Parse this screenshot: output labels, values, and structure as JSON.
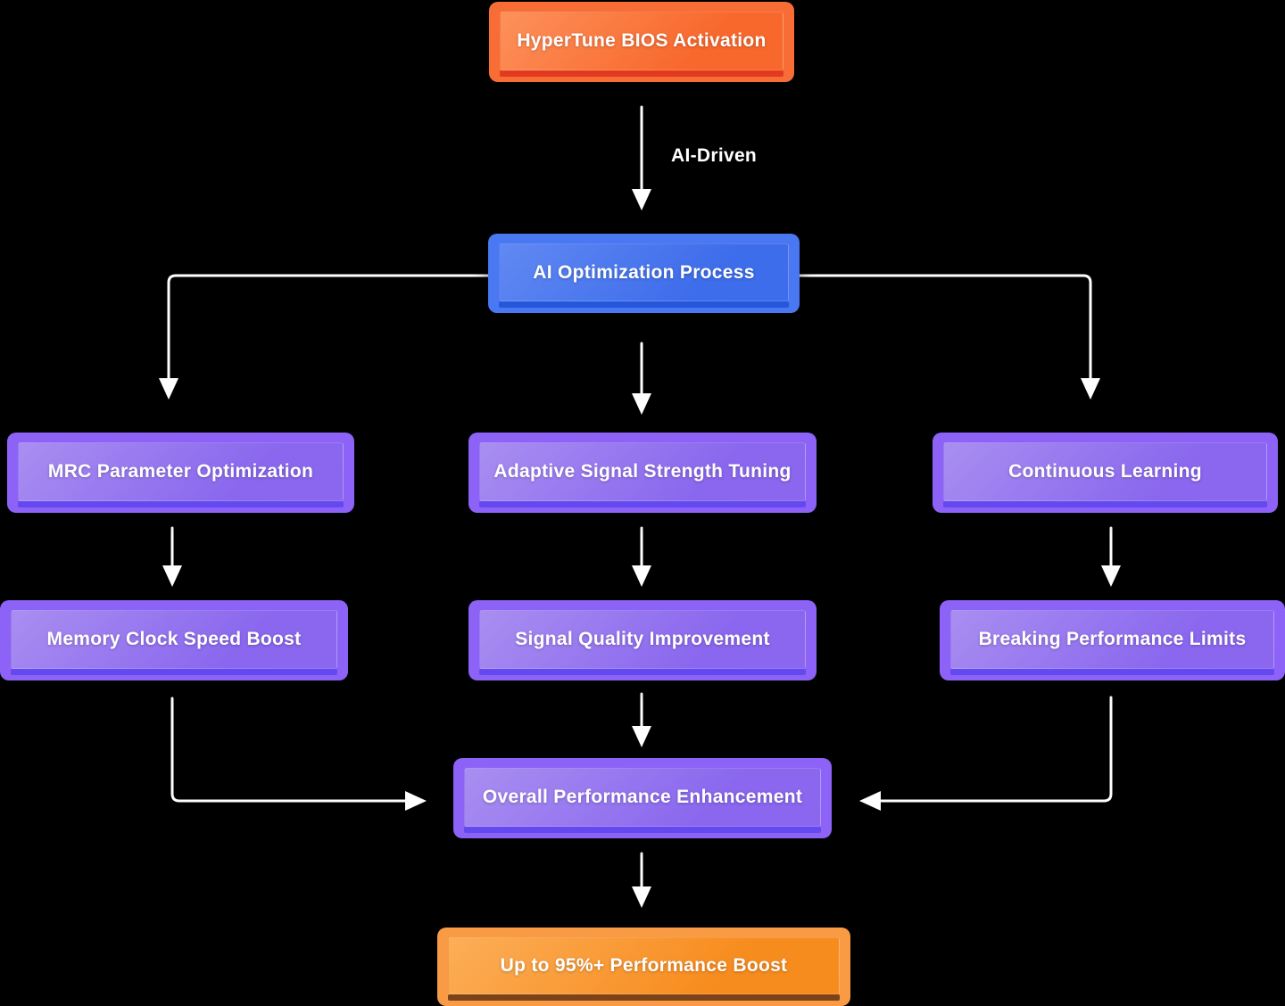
{
  "palette": {
    "background": "#000000",
    "arrow": "#ffffff",
    "text": "#ffffff",
    "orange-outer": "#f86d35",
    "orange-light": "#fd915b",
    "orange-dark": "#f8682c",
    "orange-stripe": "#e13a1e",
    "blue-outer": "#4a78f2",
    "blue-light": "#6189f3",
    "blue-dark": "#3e6deb",
    "blue-stripe": "#2457d9",
    "purple-outer": "#8d63f7",
    "purple-light": "#a98ef1",
    "purple-dark": "#8a67ee",
    "purple-stripe": "#6549f0",
    "amber-outer": "#f99b44",
    "amber-light": "#fcae58",
    "amber-dark": "#f78c1e",
    "amber-stripe": "#7c4218"
  },
  "diagram": {
    "nodes": [
      {
        "id": "hypertune-bios-activation",
        "label": "HyperTune BIOS Activation",
        "color": "orange"
      },
      {
        "id": "ai-optimization-process",
        "label": "AI Optimization Process",
        "color": "blue"
      },
      {
        "id": "mrc-parameter-optimization",
        "label": "MRC Parameter Optimization",
        "color": "purple"
      },
      {
        "id": "adaptive-signal-strength-tuning",
        "label": "Adaptive Signal Strength Tuning",
        "color": "purple"
      },
      {
        "id": "continuous-learning",
        "label": "Continuous Learning",
        "color": "purple"
      },
      {
        "id": "memory-clock-speed-boost",
        "label": "Memory Clock Speed Boost",
        "color": "purple"
      },
      {
        "id": "signal-quality-improvement",
        "label": "Signal Quality Improvement",
        "color": "purple"
      },
      {
        "id": "breaking-performance-limits",
        "label": "Breaking Performance Limits",
        "color": "purple"
      },
      {
        "id": "overall-performance-enhancement",
        "label": "Overall Performance Enhancement",
        "color": "purple"
      },
      {
        "id": "performance-boost-result",
        "label": "Up to 95%+ Performance Boost",
        "color": "amber"
      }
    ],
    "edges": [
      {
        "from": "hypertune-bios-activation",
        "to": "ai-optimization-process",
        "label": "AI-Driven"
      },
      {
        "from": "ai-optimization-process",
        "to": "mrc-parameter-optimization",
        "label": ""
      },
      {
        "from": "ai-optimization-process",
        "to": "adaptive-signal-strength-tuning",
        "label": ""
      },
      {
        "from": "ai-optimization-process",
        "to": "continuous-learning",
        "label": ""
      },
      {
        "from": "mrc-parameter-optimization",
        "to": "memory-clock-speed-boost",
        "label": ""
      },
      {
        "from": "adaptive-signal-strength-tuning",
        "to": "signal-quality-improvement",
        "label": ""
      },
      {
        "from": "continuous-learning",
        "to": "breaking-performance-limits",
        "label": ""
      },
      {
        "from": "memory-clock-speed-boost",
        "to": "overall-performance-enhancement",
        "label": ""
      },
      {
        "from": "signal-quality-improvement",
        "to": "overall-performance-enhancement",
        "label": ""
      },
      {
        "from": "breaking-performance-limits",
        "to": "overall-performance-enhancement",
        "label": ""
      },
      {
        "from": "overall-performance-enhancement",
        "to": "performance-boost-result",
        "label": ""
      }
    ]
  }
}
